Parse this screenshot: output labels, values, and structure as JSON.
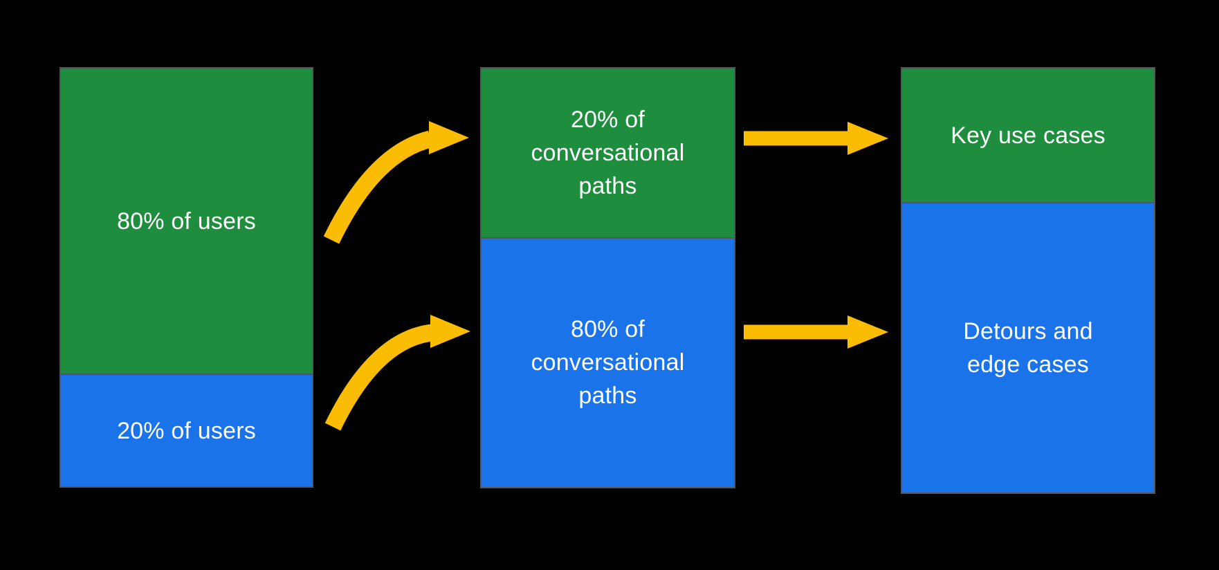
{
  "diagram": {
    "title": "User distribution vs conversational paths flow",
    "background_color": "#000000",
    "colors": {
      "green": "#1E8E3E",
      "blue": "#1A73E8",
      "yellow": "#FBBC04",
      "border_gray": "#53565A",
      "text": "#FFFFFF"
    },
    "columns": [
      {
        "id": "users",
        "segments": [
          {
            "label": "80% of users",
            "color": "#1E8E3E",
            "percent": 80
          },
          {
            "label": "20% of users",
            "color": "#1A73E8",
            "percent": 20
          }
        ]
      },
      {
        "id": "conversational-paths",
        "segments": [
          {
            "label": "20% of conversational paths",
            "color": "#1E8E3E",
            "percent": 20
          },
          {
            "label": "80% of conversational paths",
            "color": "#1A73E8",
            "percent": 80
          }
        ]
      },
      {
        "id": "outcomes",
        "segments": [
          {
            "label": "Key use cases",
            "color": "#1E8E3E"
          },
          {
            "label": "Detours and edge cases",
            "color": "#1A73E8"
          }
        ]
      }
    ],
    "arrows": [
      {
        "id": "curved-arrow-top",
        "style": "curved",
        "from": "80% of users",
        "to": "20% of conversational paths"
      },
      {
        "id": "curved-arrow-bottom",
        "style": "curved",
        "from": "20% of users",
        "to": "80% of conversational paths"
      },
      {
        "id": "straight-arrow-top",
        "style": "straight",
        "from": "20% of conversational paths",
        "to": "Key use cases"
      },
      {
        "id": "straight-arrow-bottom",
        "style": "straight",
        "from": "80% of conversational paths",
        "to": "Detours and edge cases"
      }
    ]
  }
}
